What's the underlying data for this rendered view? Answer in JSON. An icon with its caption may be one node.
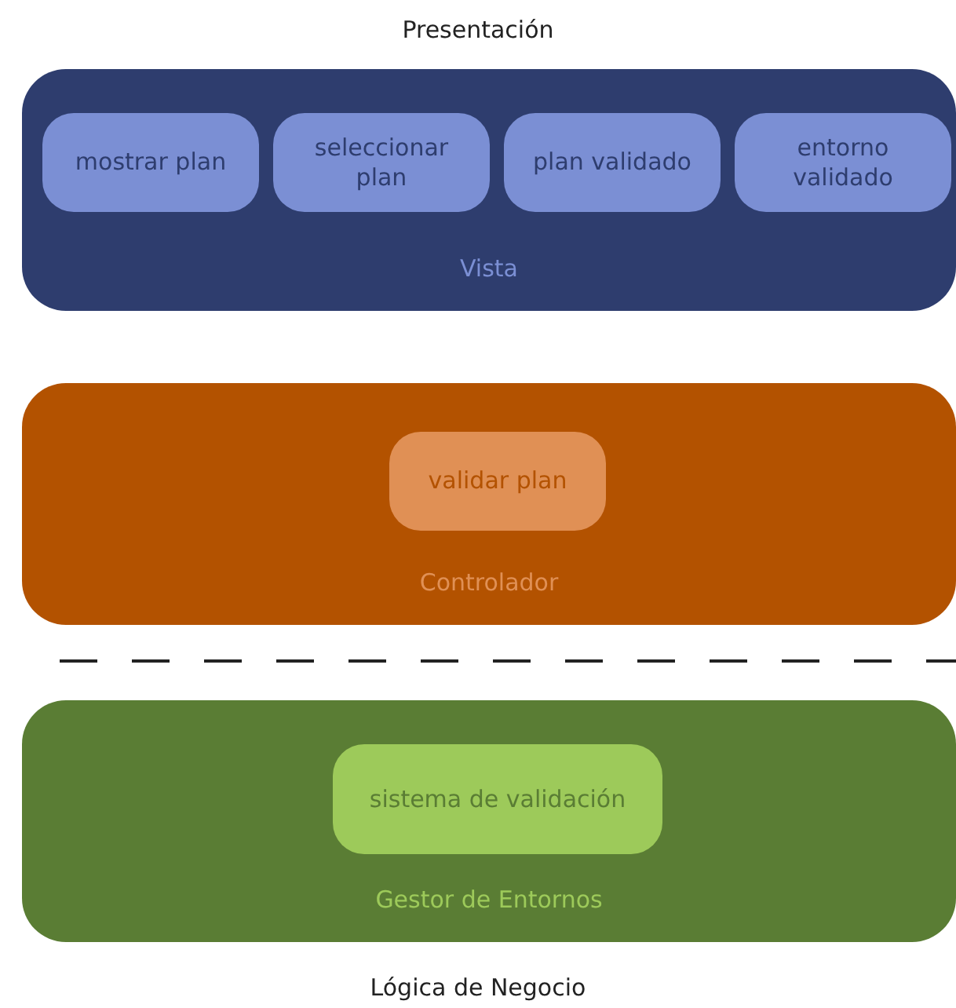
{
  "diagram": {
    "nodes": [
      {
        "text": [
          "Vista"
        ]
      },
      {
        "text": [
          "mostrar plan"
        ],
        "in": 0
      },
      {
        "text": [
          "seleccionar plan"
        ],
        "in": 0
      },
      {
        "text": [
          "plan validado"
        ],
        "in": 0
      },
      {
        "text": [
          "entorno validado"
        ],
        "in": 0
      },
      {
        "text": [
          "Controlador"
        ]
      },
      {
        "text": [
          "validar plan"
        ],
        "in": 5
      },
      {
        "text": [
          "Gestor de Entornos"
        ]
      },
      {
        "text": [
          "sistema de validación"
        ],
        "in": 7
      }
    ],
    "edges": [],
    "labels": [
      "Presentación",
      "Lógica de Negocio"
    ]
  }
}
